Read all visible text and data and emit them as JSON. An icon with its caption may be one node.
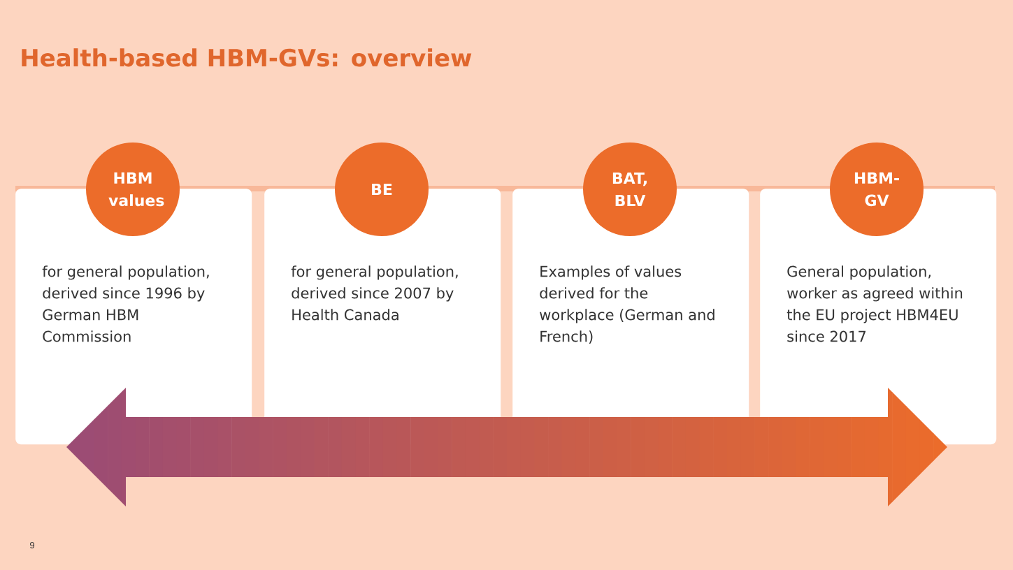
{
  "diagram": {
    "title": "Health-based HBM-GVs: overview",
    "nodes": [
      {
        "text": [
          "HBM values"
        ]
      },
      {
        "text": [
          "for general population, derived since 1996 by German HBM Commission"
        ]
      },
      {
        "text": [
          "BE"
        ]
      },
      {
        "text": [
          "for general population, derived since 2007 by Health Canada"
        ]
      },
      {
        "text": [
          "BAT, BLV"
        ]
      },
      {
        "text": [
          "Examples of values derived for the workplace (German and French)"
        ]
      },
      {
        "text": [
          "HBM- GV"
        ]
      },
      {
        "text": [
          "General population, worker as agreed within the EU project HBM4EU since 2017"
        ]
      }
    ],
    "labels": [
      "9"
    ]
  }
}
